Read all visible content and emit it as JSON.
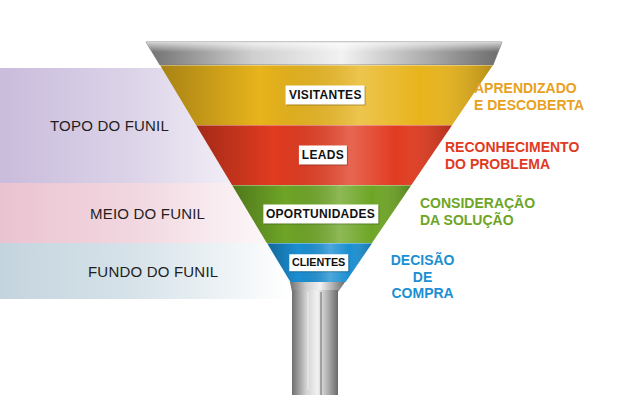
{
  "diagram": {
    "nodes": [
      {
        "text": [
          "TOPO DO FUNIL"
        ]
      },
      {
        "text": [
          "MEIO DO FUNIL"
        ]
      },
      {
        "text": [
          "FUNDO DO FUNIL"
        ]
      },
      {
        "text": [
          "VISITANTES"
        ]
      },
      {
        "text": [
          "LEADS"
        ]
      },
      {
        "text": [
          "OPORTUNIDADES"
        ]
      },
      {
        "text": [
          "CLIENTES"
        ]
      }
    ],
    "labels": [
      "APRENDIZADO E DESCOBERTA",
      "RECONHECIMENTO DO PROBLEMA",
      "CONSIDERAÇÃO DA SOLUÇÃO",
      "DECISÃO DE COMPRA"
    ]
  }
}
